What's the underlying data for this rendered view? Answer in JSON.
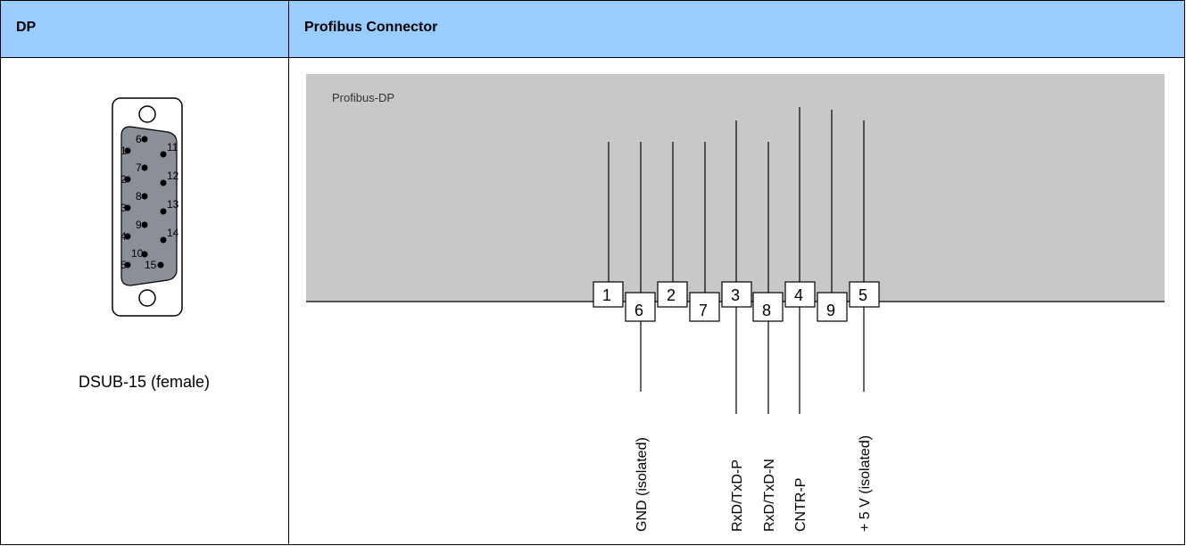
{
  "header": {
    "left_title": "DP",
    "right_title": "Profibus Connector"
  },
  "connector": {
    "caption": "DSUB-15 (female)",
    "pin_labels": [
      "1",
      "2",
      "3",
      "4",
      "5",
      "6",
      "7",
      "8",
      "9",
      "10",
      "11",
      "12",
      "13",
      "14",
      "15"
    ]
  },
  "diagram": {
    "panel_label": "Profibus-DP",
    "pins": [
      "1",
      "6",
      "2",
      "7",
      "3",
      "8",
      "4",
      "9",
      "5"
    ],
    "signals": [
      "GND (isolated)",
      "RxD/TxD-P",
      "RxD/TxD-N",
      "CNTR-P",
      "+ 5 V  (isolated)"
    ]
  },
  "colors": {
    "header_bg": "#99ccff",
    "panel_bg": "#c8c8ca",
    "connector_body": "#8a8f98"
  }
}
